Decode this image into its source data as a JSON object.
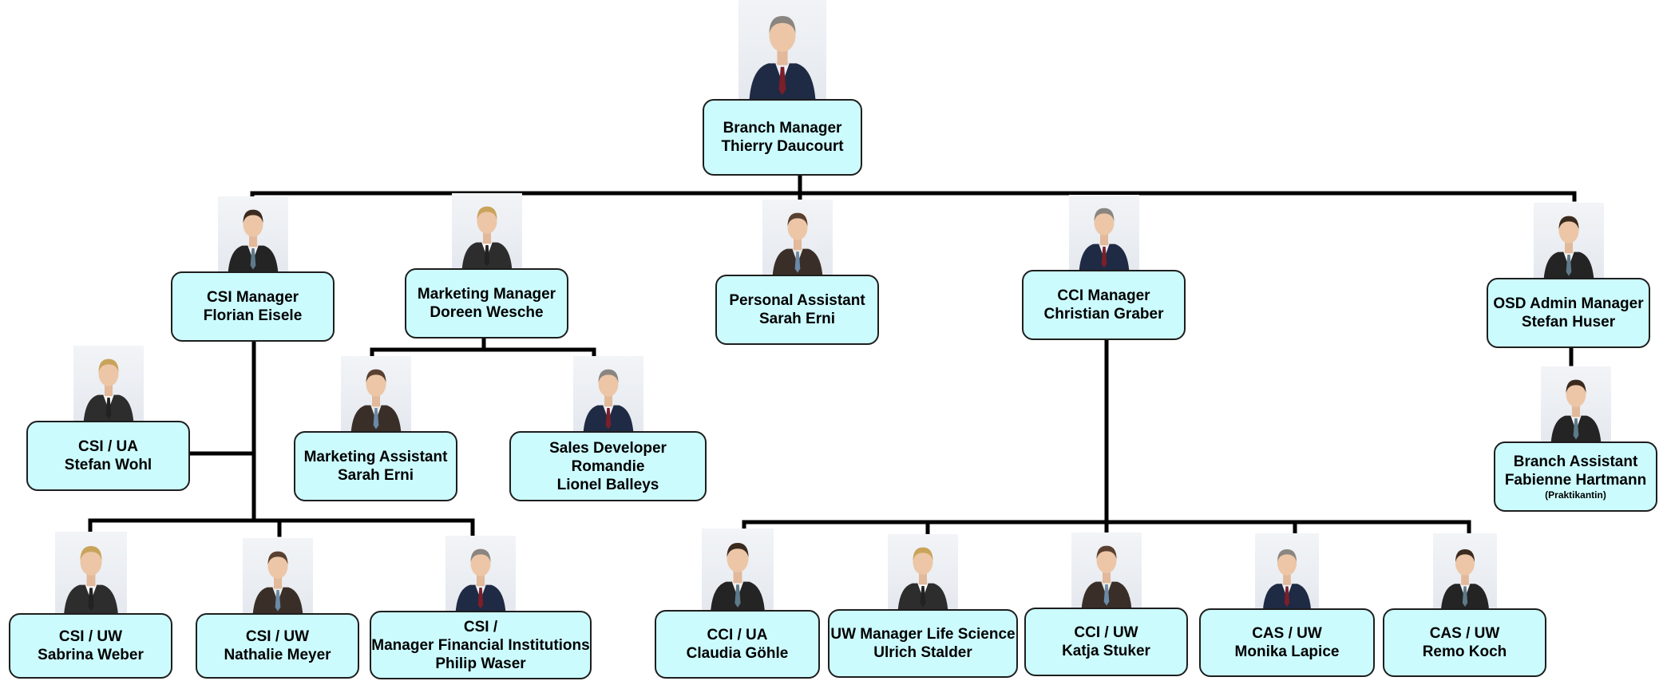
{
  "colors": {
    "box_fill": "#ccfbfe",
    "box_border": "#1e1e1e",
    "connector": "#000000"
  },
  "nodes": {
    "branch_manager": {
      "lines": [
        "Branch Manager",
        "Thierry Daucourt"
      ]
    },
    "csi_manager": {
      "lines": [
        "CSI Manager",
        "Florian Eisele"
      ]
    },
    "marketing_manager": {
      "lines": [
        "Marketing Manager",
        "Doreen Wesche"
      ]
    },
    "personal_assistant": {
      "lines": [
        "Personal Assistant",
        "Sarah Erni"
      ]
    },
    "cci_manager": {
      "lines": [
        "CCI Manager",
        "Christian Graber"
      ]
    },
    "osd_admin_manager": {
      "lines": [
        "OSD Admin Manager",
        "Stefan Huser"
      ]
    },
    "csi_ua": {
      "lines": [
        "CSI / UA",
        "Stefan Wohl"
      ]
    },
    "marketing_assistant": {
      "lines": [
        "Marketing Assistant",
        "Sarah Erni"
      ]
    },
    "sales_developer": {
      "lines": [
        "Sales Developer Romandie",
        "Lionel Balleys"
      ]
    },
    "branch_assistant": {
      "lines": [
        "Branch Assistant",
        "Fabienne Hartmann"
      ],
      "note": "(Praktikantin)"
    },
    "csi_uw_sabrina": {
      "lines": [
        "CSI / UW",
        "Sabrina Weber"
      ]
    },
    "csi_uw_nathalie": {
      "lines": [
        "CSI / UW",
        "Nathalie Meyer"
      ]
    },
    "csi_mfi": {
      "lines": [
        "CSI /",
        "Manager Financial Institutions",
        "Philip Waser"
      ]
    },
    "cci_ua": {
      "lines": [
        "CCI / UA",
        "Claudia Göhle"
      ]
    },
    "uw_life_science": {
      "lines": [
        "UW Manager Life Science",
        "Ulrich Stalder"
      ]
    },
    "cci_uw": {
      "lines": [
        "CCI / UW",
        "Katja Stuker"
      ]
    },
    "cas_uw_monika": {
      "lines": [
        "CAS / UW",
        "Monika Lapice"
      ]
    },
    "cas_uw_remo": {
      "lines": [
        "CAS / UW",
        "Remo Koch"
      ]
    }
  }
}
